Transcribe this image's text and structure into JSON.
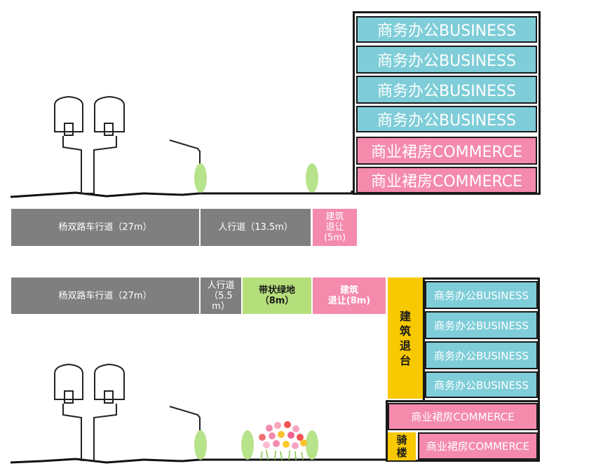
{
  "top_section": {
    "floors": [
      "商务办公BUSINESS",
      "商务办公BUSINESS",
      "商务办公BUSINESS",
      "商务办公BUSINESS",
      "商业裙房COMMERCE",
      "商业裙房COMMERCE"
    ],
    "road_label": "杨双路车行道（27m）",
    "sidewalk_label": "人行道（13.5m）",
    "setback_label": [
      "建筑",
      "退让",
      "(5m)"
    ]
  },
  "bottom_section": {
    "road_label": "杨双路车行道（27m）",
    "sidewalk_label": [
      "人行道",
      "（5.5",
      "m）"
    ],
    "greenbelt_label": [
      "带状绿地",
      "（8m）"
    ],
    "setback_label": [
      "建筑",
      "退让(8m)"
    ],
    "building_setback_vertical": [
      "建",
      "筑",
      "退",
      "台"
    ],
    "arcade_vertical": [
      "骑",
      "楼"
    ],
    "floors": [
      "商务办公BUSINESS",
      "商务办公BUSINESS",
      "商务办公BUSINESS",
      "商务办公BUSINESS",
      "商业裙房COMMERCE",
      "商业裙房COMMERCE"
    ]
  },
  "colors": {
    "road_gray": "#7f7f7f",
    "setback_pink": "#f48aac",
    "office_blue": "#7ecdd8",
    "green": "#b5df7b",
    "yellow": "#f8c800",
    "tree_green": "#b7e38a"
  }
}
